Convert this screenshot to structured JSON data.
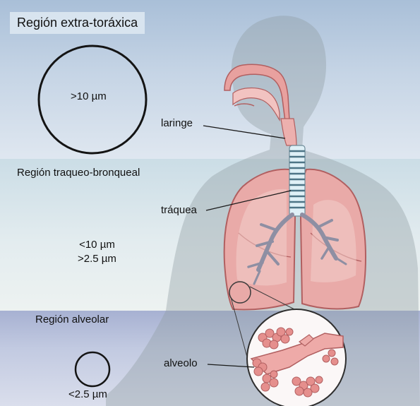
{
  "regions": {
    "extrathoracic": {
      "title": "Región extra-toráxica",
      "size": ">10 µm"
    },
    "tracheobronchial": {
      "title": "Región traqueo-bronqueal",
      "size_line1": "<10 µm",
      "size_line2": ">2.5 µm"
    },
    "alveolar": {
      "title": "Región alveolar",
      "size": "<2.5 µm"
    }
  },
  "anatomy_labels": {
    "larynx": "laringe",
    "trachea": "tráquea",
    "alveolus": "alveolo"
  },
  "colors": {
    "band_extrathoracic": "#a9bfd8",
    "band_tracheobronchial": "#dbe7ec",
    "band_alveolar": "#a7b1d2",
    "body_silhouette": "#8c979d",
    "lung_fill": "#e7a7a5",
    "lung_outline": "#b15f60",
    "airway": "#e59c9a"
  }
}
